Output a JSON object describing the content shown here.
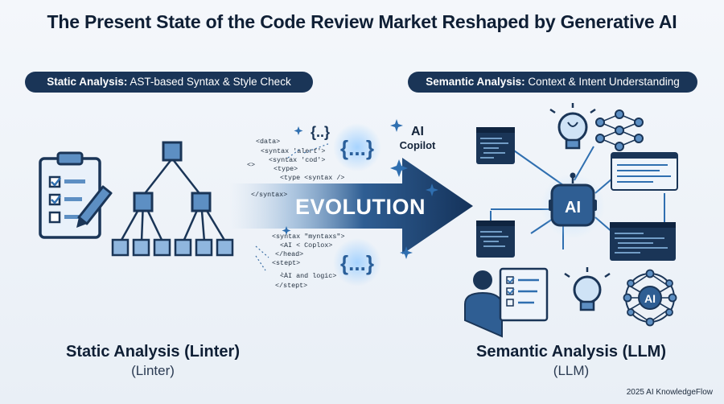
{
  "title": "The Present State of the Code Review Market Reshaped by Generative AI",
  "left_pill": {
    "bold": "Static Analysis:",
    "text": " AST-based Syntax & Style Check"
  },
  "right_pill": {
    "bold": "Semantic Analysis:",
    "text": " Context & Intent Understanding"
  },
  "center": {
    "arrow_label": "EVOLUTION",
    "badge_line1": "AI",
    "badge_line2": "Copilot",
    "code_top": [
      "<data>",
      "<syntax 'alert'>",
      "<syntax 'cod'>",
      "<type>",
      "<type <syntax />",
      "</syntax>"
    ],
    "code_bottom": [
      "<syntax \"myntaxs\">",
      "<AI < Coplox>",
      "</head>",
      "<stept>",
      "..",
      "<AI and logic>",
      "</stept>"
    ],
    "brace_glyph": "{...}",
    "bracket_top": "{..}",
    "angle_glyph": "<>"
  },
  "right": {
    "ai_label": "AI",
    "net_label": "AI"
  },
  "labels": {
    "left_main": "Static Analysis (Linter)",
    "left_sub": "(Linter)",
    "right_main": "Semantic Analysis (LLM)",
    "right_sub": "(LLM)"
  },
  "footer": "2025 AI KnowledgeFlow",
  "icons": [
    "clipboard-checklist-icon",
    "pencil-icon",
    "ast-tree-icon",
    "code-window-icon",
    "lightbulb-icon",
    "neural-network-icon",
    "robot-ai-icon",
    "person-icon",
    "sparkle-icon"
  ],
  "colors": {
    "navy": "#1a3557",
    "blue": "#2f6fb0",
    "light_blue": "#7fb2e0",
    "glow": "#8fc5ff",
    "text": "#0f1f35"
  }
}
